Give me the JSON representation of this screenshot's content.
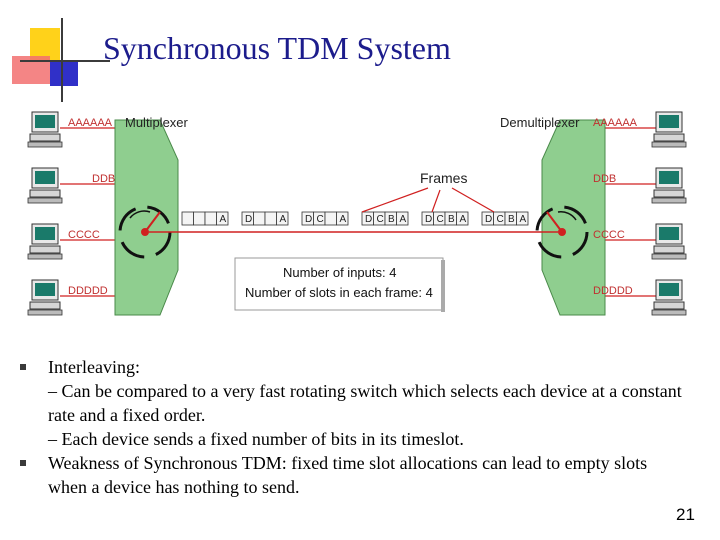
{
  "slide": {
    "title": "Synchronous TDM System",
    "page_number": "21"
  },
  "diagram": {
    "mux_label": "Multiplexer",
    "demux_label": "Demultiplexer",
    "frames_label": "Frames",
    "inputs": [
      "AAAAAA",
      "DDB",
      "CCCC",
      "DDDDD"
    ],
    "outputs": [
      "AAAAAA",
      "DDB",
      "CCCC",
      "DDDDD"
    ],
    "frames": [
      [
        "",
        "",
        "A"
      ],
      [
        "D",
        "",
        "A"
      ],
      [
        "D",
        "C",
        "A"
      ],
      [
        "D",
        "C",
        "B",
        "A"
      ],
      [
        "D",
        "C",
        "B",
        "A"
      ],
      [
        "D",
        "C",
        "B",
        "A"
      ]
    ],
    "info_line1": "Number of inputs: 4",
    "info_line2": "Number of slots in each frame: 4"
  },
  "bullets": [
    {
      "type": "bullet",
      "text": "Interleaving:"
    },
    {
      "type": "sub",
      "text": "– Can be compared to a very fast rotating switch which selects each device at a constant rate and a fixed order."
    },
    {
      "type": "sub",
      "text": "– Each device sends a fixed number of bits in its timeslot."
    },
    {
      "type": "bullet",
      "text": "Weakness of Synchronous TDM: fixed time slot allocations can lead to empty slots when a device has nothing to send."
    }
  ],
  "colors": {
    "title": "#1c1c8c",
    "mux_fill": "#8fce8f",
    "device_label": "#c03030",
    "link": "#d02020"
  }
}
